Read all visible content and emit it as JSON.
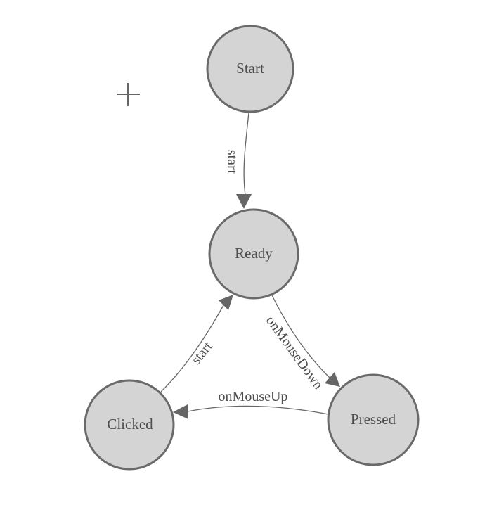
{
  "diagram": {
    "kind": "state-machine",
    "background": "#ffffff",
    "colors": {
      "node_fill": "#d4d4d4",
      "node_border": "#6a6a6a",
      "edge": "#666666",
      "arrowhead": "#666666",
      "label_text": "#4d4d4d"
    },
    "nodes": [
      {
        "id": "start",
        "label": "Start"
      },
      {
        "id": "ready",
        "label": "Ready"
      },
      {
        "id": "clicked",
        "label": "Clicked"
      },
      {
        "id": "pressed",
        "label": "Pressed"
      }
    ],
    "edges": [
      {
        "from": "Start",
        "to": "Ready",
        "label": "start"
      },
      {
        "from": "Clicked",
        "to": "Ready",
        "label": "start"
      },
      {
        "from": "Ready",
        "to": "Pressed",
        "label": "onMouseDown"
      },
      {
        "from": "Pressed",
        "to": "Clicked",
        "label": "onMouseUp"
      }
    ],
    "cursor": {
      "name": "crosshair"
    }
  }
}
